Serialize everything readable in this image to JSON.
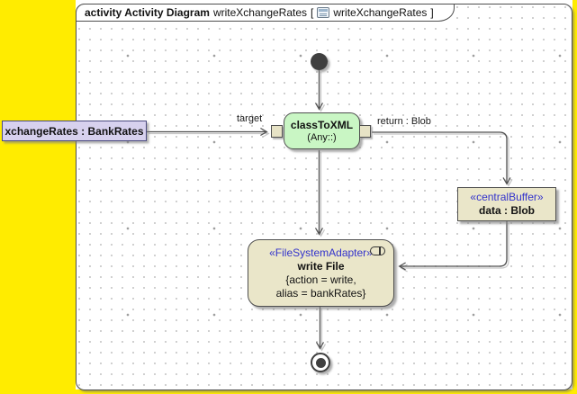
{
  "frame_title": {
    "keyword": "activity Activity Diagram",
    "diagram_name": "writeXchangeRates",
    "bracket_open": "[",
    "context_name": "writeXchangeRates",
    "bracket_close": "]"
  },
  "nodes": {
    "object_node": {
      "label": "xchangeRates : BankRates"
    },
    "class_to_xml": {
      "name": "classToXML",
      "subtitle": "(Any::)",
      "input_pin_label": "target",
      "output_pin_label": "return : Blob"
    },
    "central_buffer": {
      "stereotype": "«centralBuffer»",
      "label": "data : Blob"
    },
    "write_file": {
      "stereotype": "«FileSystemAdapter»",
      "name": "write File",
      "tags_line1": "{action = write,",
      "tags_line2": "alias = bankRates}"
    }
  },
  "icons": {
    "frame_tab_icon": "activity-diagram-icon",
    "write_file_icon": "action-decoration-icon"
  },
  "colors": {
    "canvas_yellow": "#ffec00",
    "action_green_fill": "#c9f6c4",
    "buffer_beige_fill": "#eae6c9",
    "object_node_fill": "#d7d1ee",
    "stereotype_blue": "#3333cc",
    "line_gray": "#4f4f4f"
  }
}
